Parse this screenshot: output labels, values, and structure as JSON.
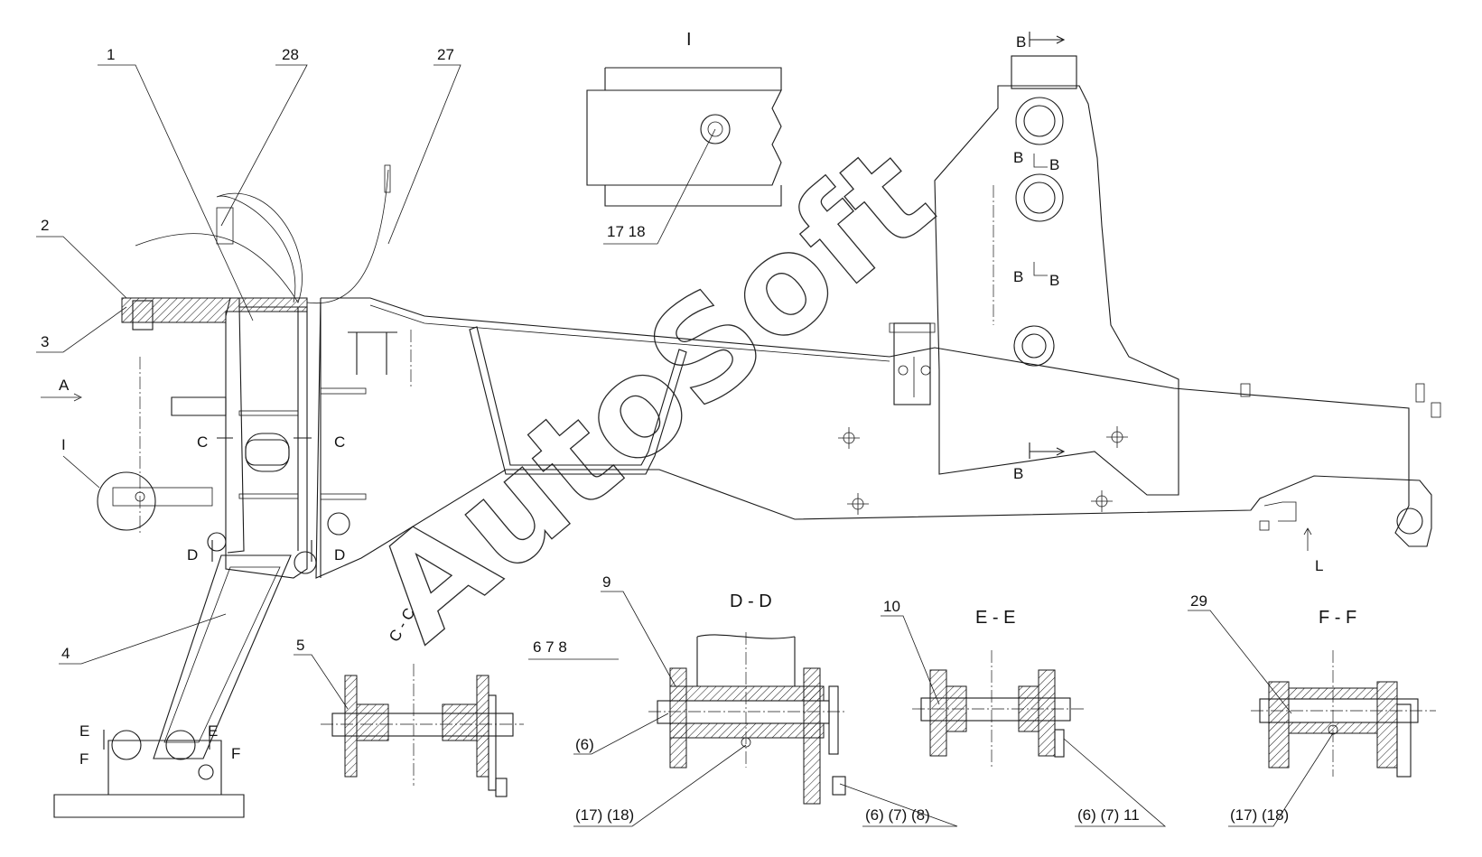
{
  "watermark": "AutoSoft",
  "callouts": {
    "p1": "1",
    "p2": "2",
    "p3": "3",
    "p4": "4",
    "p5": "5",
    "p9": "9",
    "p10": "10",
    "p27": "27",
    "p28": "28",
    "p29": "29",
    "p678": "6   7   8",
    "p1718_top": "17   18",
    "p6_dd": "(6)",
    "p1718_dd": "(17)  (18)",
    "p678_dd": "(6)   (7)   (8)",
    "p6711_ee": "(6)   (7)   11",
    "p1718_ff": "(17)  (18)"
  },
  "views": {
    "detail_I": "I",
    "detail_I_small": "I",
    "view_A": "A",
    "section_dd": "D - D",
    "section_ee": "E - E",
    "section_ff": "F - F",
    "section_cc": "C - C",
    "view_L": "L"
  },
  "section_marks": {
    "c": "C",
    "d": "D",
    "e": "E",
    "f": "F",
    "b": "B"
  }
}
